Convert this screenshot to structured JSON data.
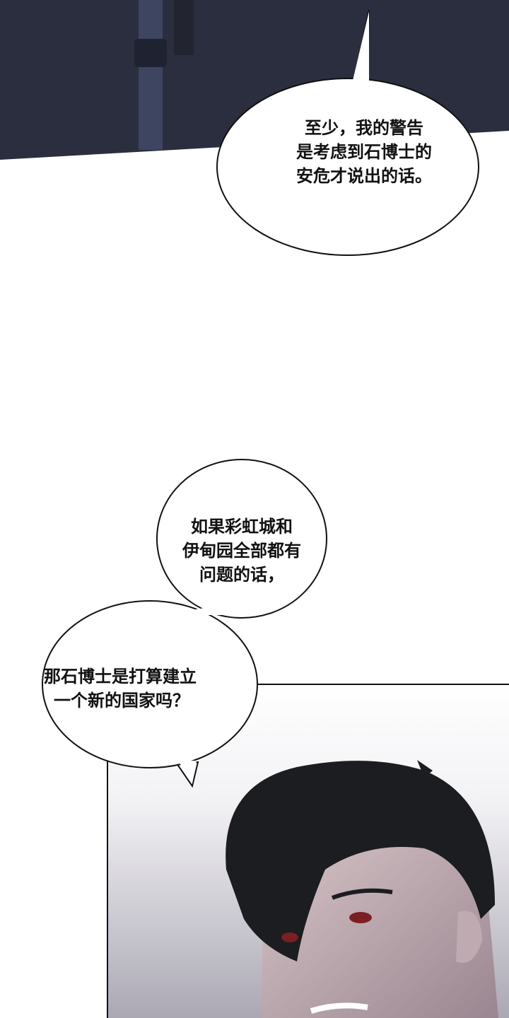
{
  "panels": [
    {
      "name": "night-scene-panel",
      "bg": "#2b2e3e"
    },
    {
      "name": "character-panel",
      "bg_top": "#ffffff",
      "bg_bottom": "#a9a6b2"
    }
  ],
  "bubbles": [
    {
      "lines": [
        "至少，我的警告",
        "是考虑到石博士的",
        "安危才说出的话。"
      ]
    },
    {
      "lines": [
        "如果彩虹城和",
        "伊甸园全部都有",
        "问题的话，"
      ]
    },
    {
      "lines": [
        "那石博士是打算建立",
        "一个新的国家吗？"
      ]
    }
  ]
}
